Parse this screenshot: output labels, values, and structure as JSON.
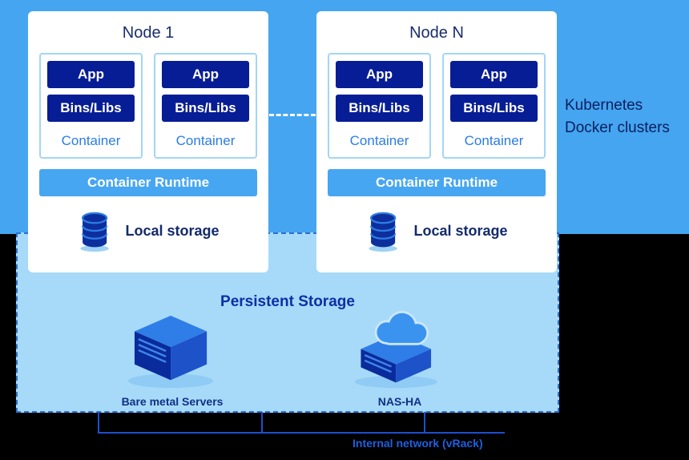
{
  "colors": {
    "background_blue": "#45a5f0",
    "navy_box": "#071d95",
    "panel_light_blue": "#a6daf8",
    "dashed_border_blue": "#2b6fd4",
    "runtime_bar_blue": "#47a6f1",
    "container_border": "#a2d6f7",
    "text_navy": "#1b2d6b",
    "container_text_blue": "#2a7ce8",
    "network_line_blue": "#1c4fd0",
    "network_label_blue": "#1e5fe0"
  },
  "nodes": [
    {
      "title": "Node 1",
      "containers": [
        {
          "app": "App",
          "bins": "Bins/Libs",
          "label": "Container"
        },
        {
          "app": "App",
          "bins": "Bins/Libs",
          "label": "Container"
        }
      ],
      "runtime": "Container Runtime",
      "storage_label": "Local storage",
      "storage_icon": "database-icon"
    },
    {
      "title": "Node N",
      "containers": [
        {
          "app": "App",
          "bins": "Bins/Libs",
          "label": "Container"
        },
        {
          "app": "App",
          "bins": "Bins/Libs",
          "label": "Container"
        }
      ],
      "runtime": "Container Runtime",
      "storage_label": "Local storage",
      "storage_icon": "database-icon"
    }
  ],
  "side_label": {
    "line1": "Kubernetes",
    "line2": "Docker clusters"
  },
  "persistent": {
    "title": "Persistent Storage",
    "items": [
      {
        "label": "Bare metal Servers",
        "icon": "bare-metal-server-icon"
      },
      {
        "label": "NAS-HA",
        "icon": "nas-ha-cloud-icon"
      }
    ]
  },
  "network": {
    "label": "Internal network (vRack)"
  }
}
